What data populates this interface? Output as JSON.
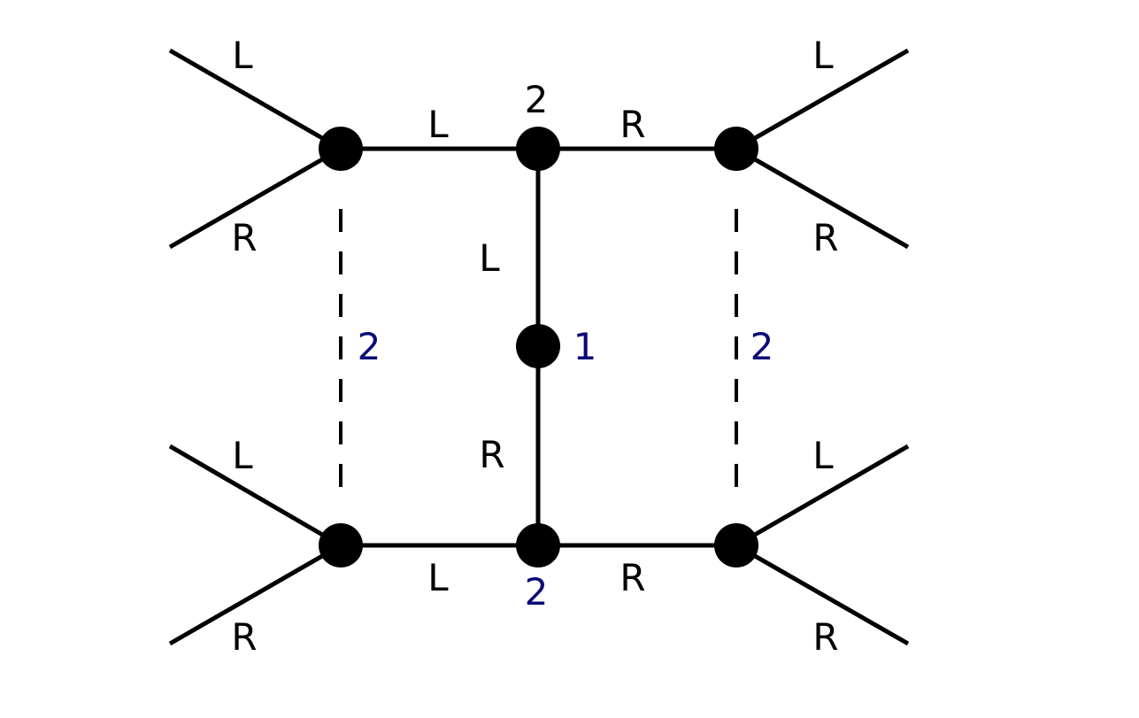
{
  "colors": {
    "line": "#000000",
    "label_black": "#000000",
    "label_blue": "#0a0a78"
  },
  "labels": {
    "top_left_out_upper": "L",
    "top_left_out_lower": "R",
    "top_left_edge": "L",
    "top_center_node": "2",
    "top_right_edge": "R",
    "top_right_out_upper": "L",
    "top_right_out_lower": "R",
    "vertical_upper": "L",
    "vertical_lower": "R",
    "center_node": "1",
    "left_dashed": "2",
    "right_dashed": "2",
    "bottom_left_out_upper": "L",
    "bottom_left_out_lower": "R",
    "bottom_left_edge": "L",
    "bottom_center_node": "2",
    "bottom_right_edge": "R",
    "bottom_right_out_upper": "L",
    "bottom_right_out_lower": "R"
  }
}
